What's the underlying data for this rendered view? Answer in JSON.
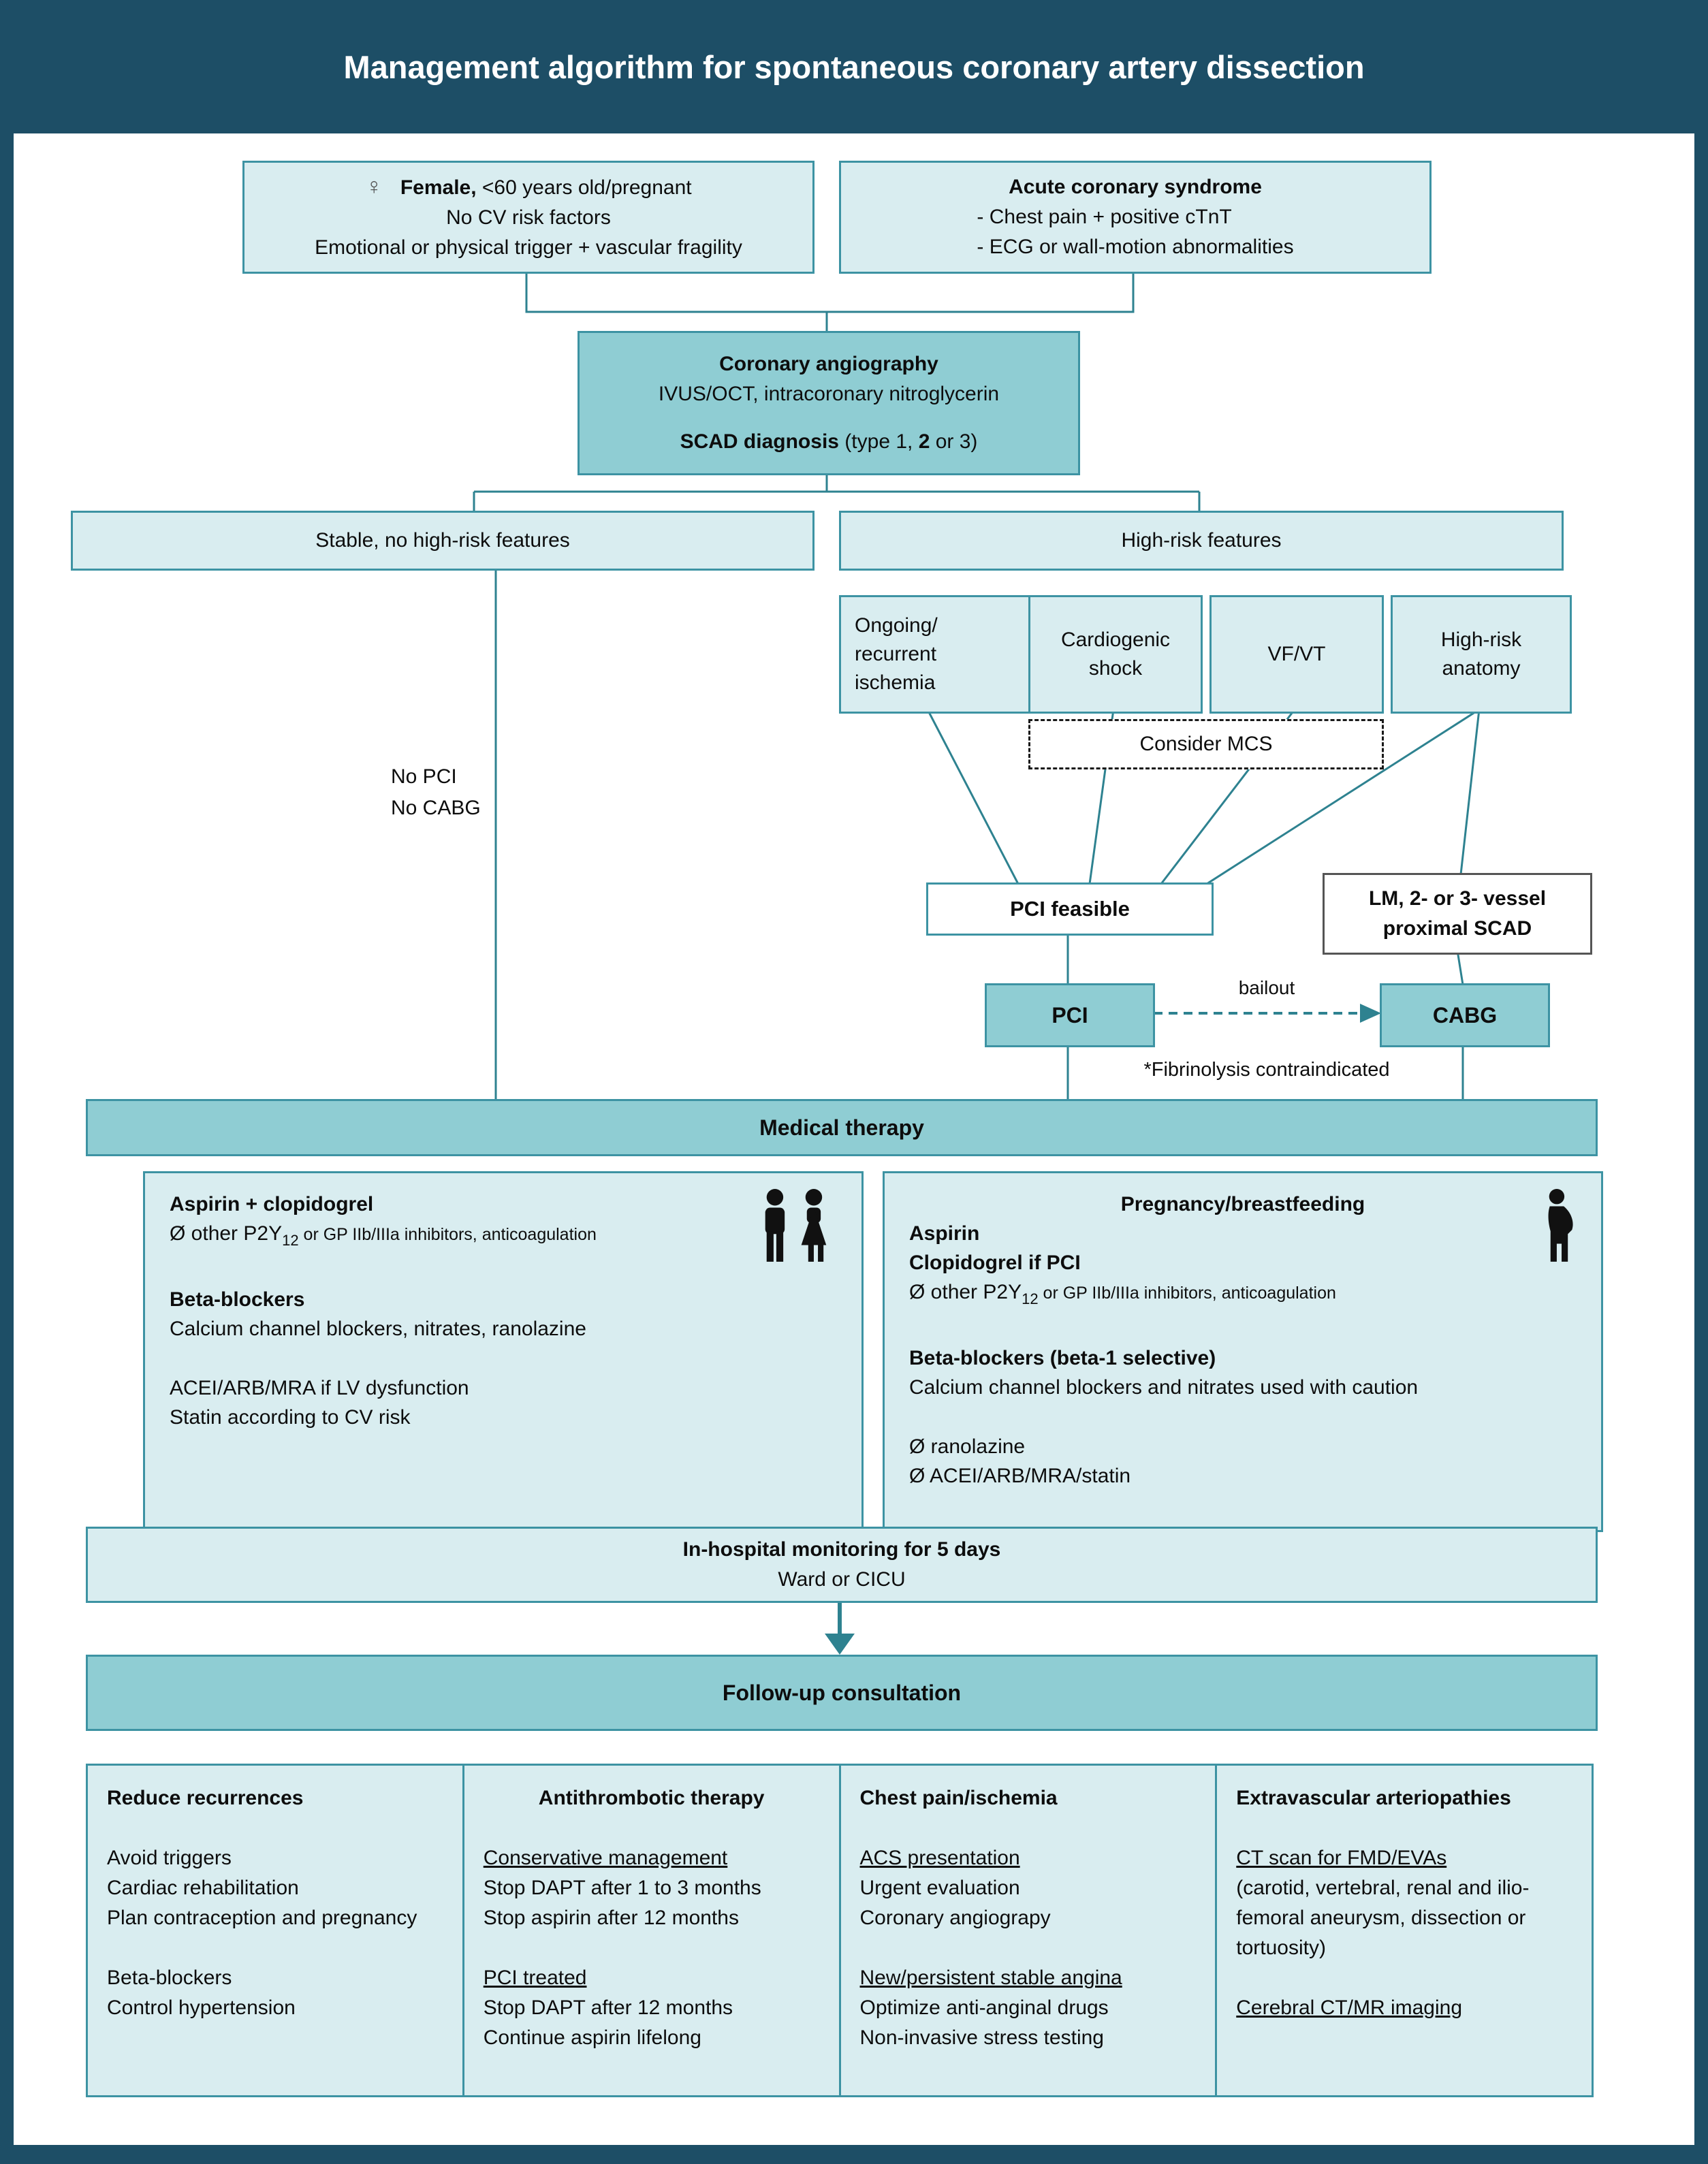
{
  "colors": {
    "frame": "#1d4e66",
    "box_light": "#d9edf0",
    "box_mid": "#8fcdd3",
    "border_teal": "#3d93a3",
    "line_teal": "#2e8290"
  },
  "title": "Management algorithm for spontaneous coronary artery dissection",
  "female_box": {
    "symbol": "♀",
    "line1_bold": "Female,",
    "line1_rest": " <60 years old/pregnant",
    "line2": "No CV risk factors",
    "line3": "Emotional or physical trigger + vascular fragility"
  },
  "acs_box": {
    "heading": "Acute coronary syndrome",
    "line1": "- Chest pain + positive cTnT",
    "line2": "- ECG or wall-motion abnormalities"
  },
  "angiography": {
    "heading": "Coronary angiography",
    "subheading": "IVUS/OCT, intracoronary nitroglycerin",
    "diag_bold": "SCAD diagnosis",
    "diag_mid": " (type 1, ",
    "diag_bold2": "2",
    "diag_end": " or 3)"
  },
  "stable_label": "Stable, no high-risk features",
  "high_risk_label": "High-risk features",
  "high_risk_boxes": {
    "ongoing": [
      "Ongoing/",
      "recurrent",
      "ischemia"
    ],
    "shock": [
      "Cardiogenic",
      "shock"
    ],
    "vfvt": "VF/VT",
    "anatomy": [
      "High-risk",
      "anatomy"
    ]
  },
  "consider_mcs": "Consider MCS",
  "no_pci": "No PCI",
  "no_cabg": "No CABG",
  "pci_feasible": "PCI feasible",
  "lm_box": [
    "LM, 2- or 3- vessel",
    "proximal SCAD"
  ],
  "pci_label": "PCI",
  "cabg_label": "CABG",
  "bailout_label": "bailout",
  "fibrinolysis_note": "*Fibrinolysis contraindicated",
  "medical_therapy": "Medical therapy",
  "therapy_general": {
    "line1_bold": "Aspirin + clopidogrel",
    "line2_pre": "Ø other ",
    "line2_p2y": "P2Y",
    "line2_sub": "12",
    "line2_rest": " or GP IIb/IIIa inhibitors, anticoagulation",
    "line3_bold": "Beta-blockers",
    "line4": "Calcium channel blockers, nitrates, ranolazine",
    "line5": "ACEI/ARB/MRA if LV dysfunction",
    "line6": "Statin according to CV risk"
  },
  "therapy_pregnancy": {
    "heading": "Pregnancy/breastfeeding",
    "line1_bold": "Aspirin",
    "line2_bold": "Clopidogrel if PCI",
    "line3_pre": "Ø other ",
    "line3_p2y": "P2Y",
    "line3_sub": "12",
    "line3_rest": " or GP IIb/IIIa inhibitors, anticoagulation",
    "line4_bold": "Beta-blockers (beta-1 selective)",
    "line5": "Calcium channel blockers and nitrates used with caution",
    "line6": "Ø ranolazine",
    "line7": "Ø ACEI/ARB/MRA/statin"
  },
  "monitoring": {
    "line1": "In-hospital monitoring for 5 days",
    "line2": "Ward or CICU"
  },
  "followup": "Follow-up consultation",
  "columns": [
    {
      "heading": "Reduce recurrences",
      "sections": [
        {
          "lines": [
            "Avoid triggers",
            "Cardiac rehabilitation",
            "Plan contraception and pregnancy"
          ]
        },
        {
          "lines": [
            "Beta-blockers",
            "Control hypertension"
          ]
        }
      ]
    },
    {
      "heading": "Antithrombotic therapy",
      "sections": [
        {
          "sub": "Conservative management",
          "lines": [
            "Stop DAPT after 1 to 3 months",
            "Stop aspirin after 12 months"
          ]
        },
        {
          "sub": "PCI treated",
          "lines": [
            "Stop DAPT after 12 months",
            "Continue aspirin lifelong"
          ]
        }
      ]
    },
    {
      "heading": "Chest pain/ischemia",
      "sections": [
        {
          "sub": "ACS presentation",
          "lines": [
            "Urgent evaluation",
            "Coronary angiograpy"
          ]
        },
        {
          "sub": "New/persistent stable angina",
          "lines": [
            "Optimize anti-anginal drugs",
            "Non-invasive stress testing"
          ]
        }
      ]
    },
    {
      "heading": "Extravascular arteriopathies",
      "sections": [
        {
          "sub": "CT scan for FMD/EVAs",
          "lines": [
            "(carotid, vertebral, renal and ilio-femoral aneurysm, dissection or tortuosity)"
          ]
        },
        {
          "sub": "Cerebral CT/MR imaging",
          "lines": []
        }
      ]
    }
  ]
}
